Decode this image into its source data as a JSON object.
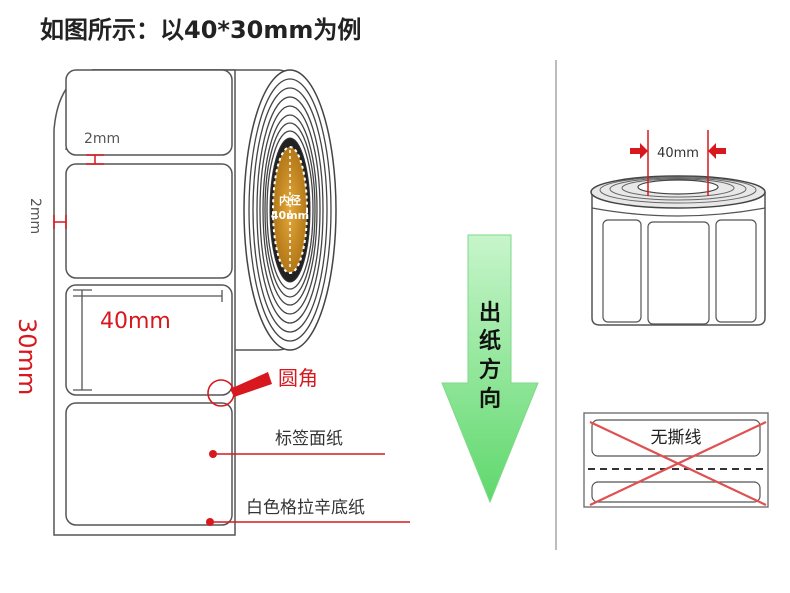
{
  "title": "如图所示：以40*30mm为例",
  "labels": {
    "gap_top": "2mm",
    "gap_side": "2mm",
    "width": "40mm",
    "height": "30mm",
    "inner_diameter_line1": "内径",
    "inner_diameter_line2": "40mm",
    "rounded_corner": "圆角",
    "face_paper": "标签面纸",
    "liner": "白色格拉辛底纸",
    "direction": [
      "出",
      "纸",
      "方",
      "向"
    ],
    "right_width": "40mm",
    "no_tear_line": "无撕线"
  },
  "colors": {
    "red": "#d7191f",
    "arrow_green": "#73e37d",
    "core_gold": "#c98a1e",
    "outline": "#555555"
  }
}
